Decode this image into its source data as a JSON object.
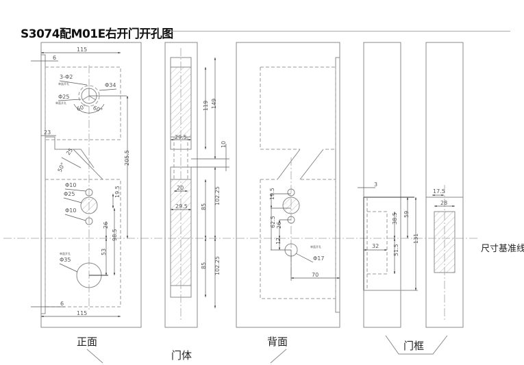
{
  "title": "S3074配M01E右开门开孔图",
  "reference_line_label": "尺寸基准线",
  "views": {
    "front": {
      "label": "正面",
      "dims": {
        "width_top": "115",
        "width_bottom": "115",
        "edge_top": "6",
        "edge_bottom": "6",
        "hole_3x": "3-Φ2",
        "hole_3x_note": "单面开孔",
        "hole_34": "Φ34",
        "hole_25": "Φ25",
        "hole_25_note": "单面开孔",
        "angle_left": "60°",
        "angle_right": "60°",
        "latch_offset": "23",
        "latch_depth": "25",
        "latch_angle": "50°",
        "small_hole_top": "Φ10",
        "cyl_hole": "Φ25",
        "small_hole_bottom": "Φ10",
        "dist_19_5": "19.5",
        "dist_26": "26",
        "dist_98_5": "98.5",
        "dist_53": "53",
        "dist_205_5": "205.5",
        "hole_35_note": "单面开孔",
        "hole_35": "Φ35"
      }
    },
    "edge": {
      "label": "门体",
      "dims": {
        "upper_width": "29.5",
        "upper_119": "119",
        "upper_149": "149",
        "gap_10": "10",
        "lower_20": "20",
        "lower_29_5": "29.5",
        "lower_85_top": "85",
        "lower_102_25_top": "102.25",
        "lower_85_bottom": "85",
        "lower_102_25_bottom": "102.25"
      }
    },
    "back": {
      "label": "背面",
      "dims": {
        "dist_19_5": "19.5",
        "dist_62_5": "62.5",
        "dist_26": "26",
        "dist_17": "17",
        "hole_note": "单面开孔",
        "hole_17": "Φ17",
        "dist_70": "70"
      }
    },
    "frame": {
      "label": "门框",
      "dims": {
        "edge_3": "3",
        "dist_59": "59",
        "dist_38_5": "38.5",
        "dist_131": "131",
        "dist_32": "32",
        "dist_51_5": "51.5",
        "strike_17_5": "17.5",
        "strike_28": "28"
      }
    }
  }
}
